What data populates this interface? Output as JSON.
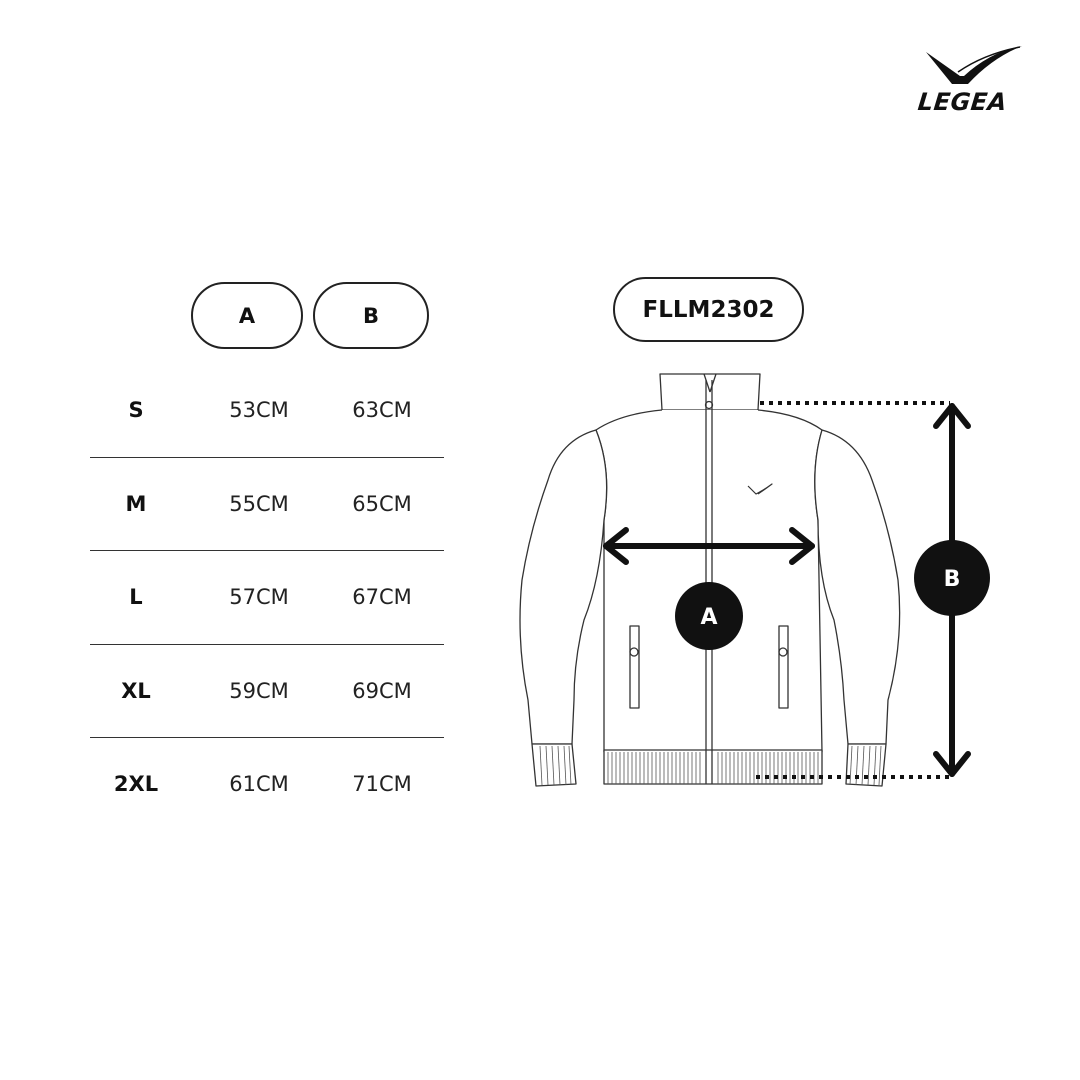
{
  "brand": {
    "name": "LEGEA"
  },
  "table": {
    "headers": [
      "A",
      "B"
    ],
    "rows": [
      {
        "size": "S",
        "a": "53CM",
        "b": "63CM"
      },
      {
        "size": "M",
        "a": "55CM",
        "b": "65CM"
      },
      {
        "size": "L",
        "a": "57CM",
        "b": "67CM"
      },
      {
        "size": "XL",
        "a": "59CM",
        "b": "69CM"
      },
      {
        "size": "2XL",
        "a": "61CM",
        "b": "71CM"
      }
    ]
  },
  "product": {
    "code": "FLLM2302"
  },
  "diagram": {
    "marker_a": "A",
    "marker_b": "B",
    "icons": [
      "legea-logo-icon",
      "jacket-illustration",
      "arrow-horizontal-icon",
      "arrow-vertical-icon"
    ]
  },
  "colors": {
    "ink": "#111111",
    "background": "#ffffff"
  }
}
